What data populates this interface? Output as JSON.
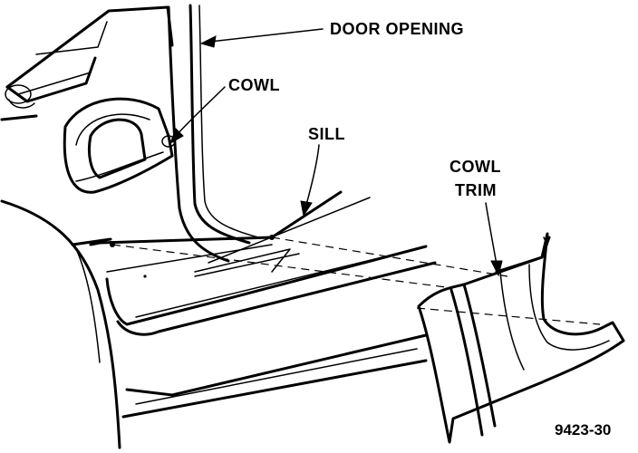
{
  "labels": {
    "door_opening": "DOOR OPENING",
    "cowl": "COWL",
    "sill": "SILL",
    "cowl_trim_line1": "COWL",
    "cowl_trim_line2": "TRIM"
  },
  "figure_number": "9423-30"
}
